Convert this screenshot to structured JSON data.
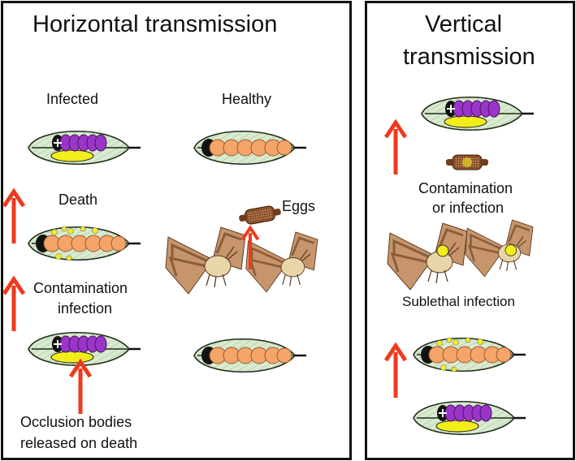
{
  "horizontal": {
    "title": "Horizontal transmission",
    "label_infected": "Infected",
    "label_healthy": "Healthy",
    "label_death": "Death",
    "label_eggs": "Eggs",
    "label_contamination_1": "Contamination",
    "label_contamination_2": "infection",
    "label_occlusion_1": "Occlusion bodies",
    "label_occlusion_2": "released on death"
  },
  "vertical": {
    "title_1": "Vertical",
    "title_2": "transmission",
    "label_contamination_1": "Contamination",
    "label_contamination_2": "or infection",
    "label_sublethal": "Sublethal infection"
  },
  "colors": {
    "leaf": "#d9ead0",
    "leaf_vein": "#3c6b2a",
    "larva_healthy": "#f5a56a",
    "larva_infected": "#9b35c9",
    "occlusion_body": "#f2ee1a",
    "arrow": "#ee3a1f",
    "egg": "#8a4f2a"
  }
}
